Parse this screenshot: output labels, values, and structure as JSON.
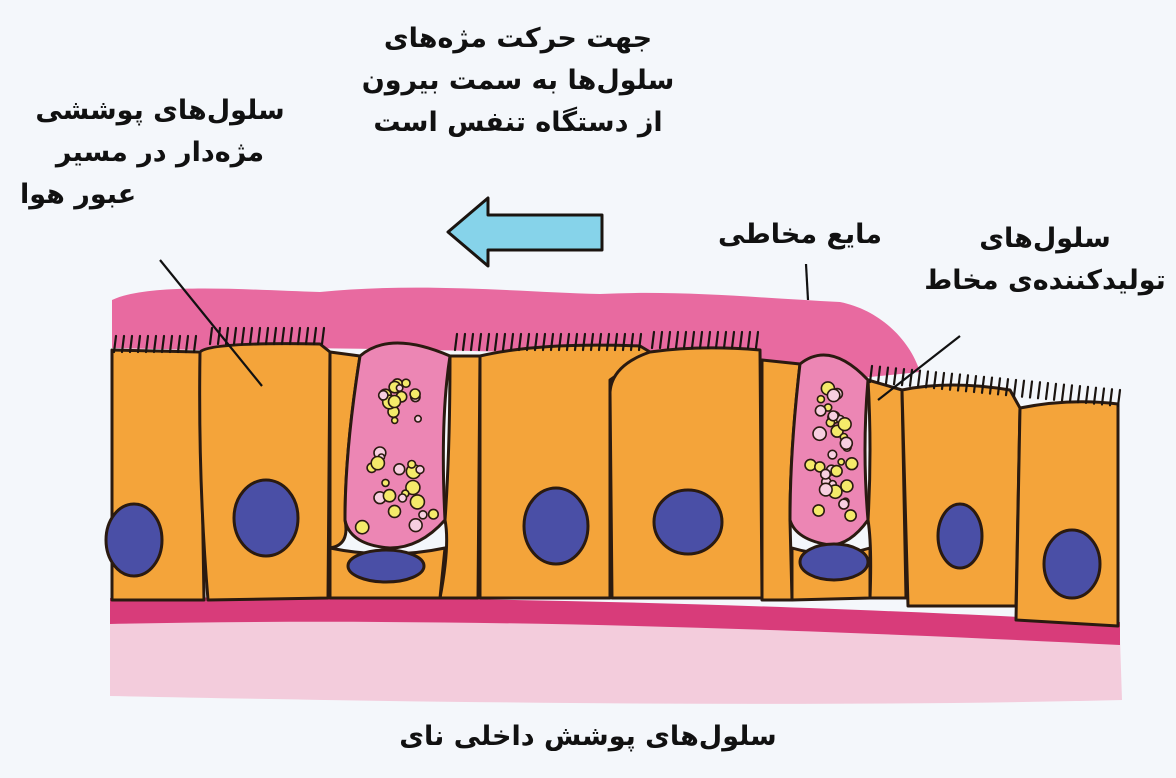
{
  "diagram": {
    "labels": {
      "direction": [
        "جهت حرکت مژه‌های",
        "سلول‌ها به سمت بیرون",
        "از دستگاه تنفس است"
      ],
      "ciliated_cells": [
        "سلول‌های پوششی",
        "مژه‌دار در مسیر",
        "عبور هوا"
      ],
      "mucus_fluid": "مایع مخاطی",
      "mucus_cells": [
        "سلول‌های",
        "تولیدکننده‌ی مخاط"
      ],
      "caption": "سلول‌های پوشش داخلی نای"
    },
    "colors": {
      "background": "#f4f7fb",
      "cell_fill": "#f4a43a",
      "cell_outline": "#2a1a10",
      "nucleus": "#4a4fa6",
      "mucus_layer": "#e86aa0",
      "basement": "#d83c7a",
      "connective_tissue": "#f3ccdc",
      "arrow": "#86d3ea",
      "granule": "#f4ea6a"
    }
  }
}
